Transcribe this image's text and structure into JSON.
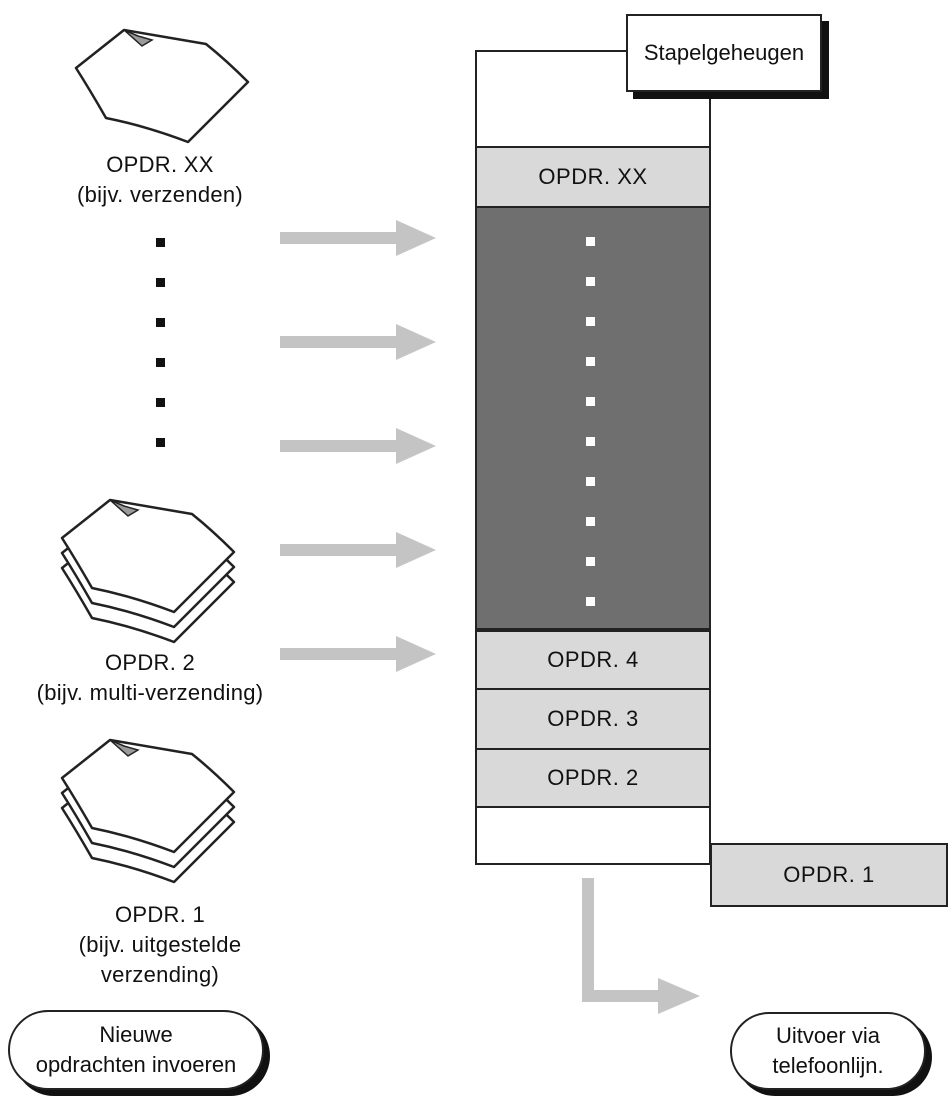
{
  "stack": {
    "title": "Stapelgeheugen",
    "slots": [
      "OPDR. XX",
      "OPDR. 4",
      "OPDR.  3",
      "OPDR.  2"
    ]
  },
  "documents": [
    {
      "line1": "OPDR. XX",
      "line2": "(bijv. verzenden)"
    },
    {
      "line1": "OPDR. 2",
      "line2": "(bijv. multi-verzending)"
    },
    {
      "line1": "OPDR. 1",
      "line2": "(bijv. uitgestelde",
      "line3": "verzending)"
    }
  ],
  "output": {
    "label": "OPDR.  1"
  },
  "buttons": {
    "input": {
      "line1": "Nieuwe",
      "line2": "opdrachten invoeren"
    },
    "output": {
      "line1": "Uitvoer via",
      "line2": "telefoonlijn."
    }
  },
  "colors": {
    "arrow": "#c4c4c4",
    "slot": "#d9d9d9",
    "queue_filler": "#6f6f6f"
  }
}
